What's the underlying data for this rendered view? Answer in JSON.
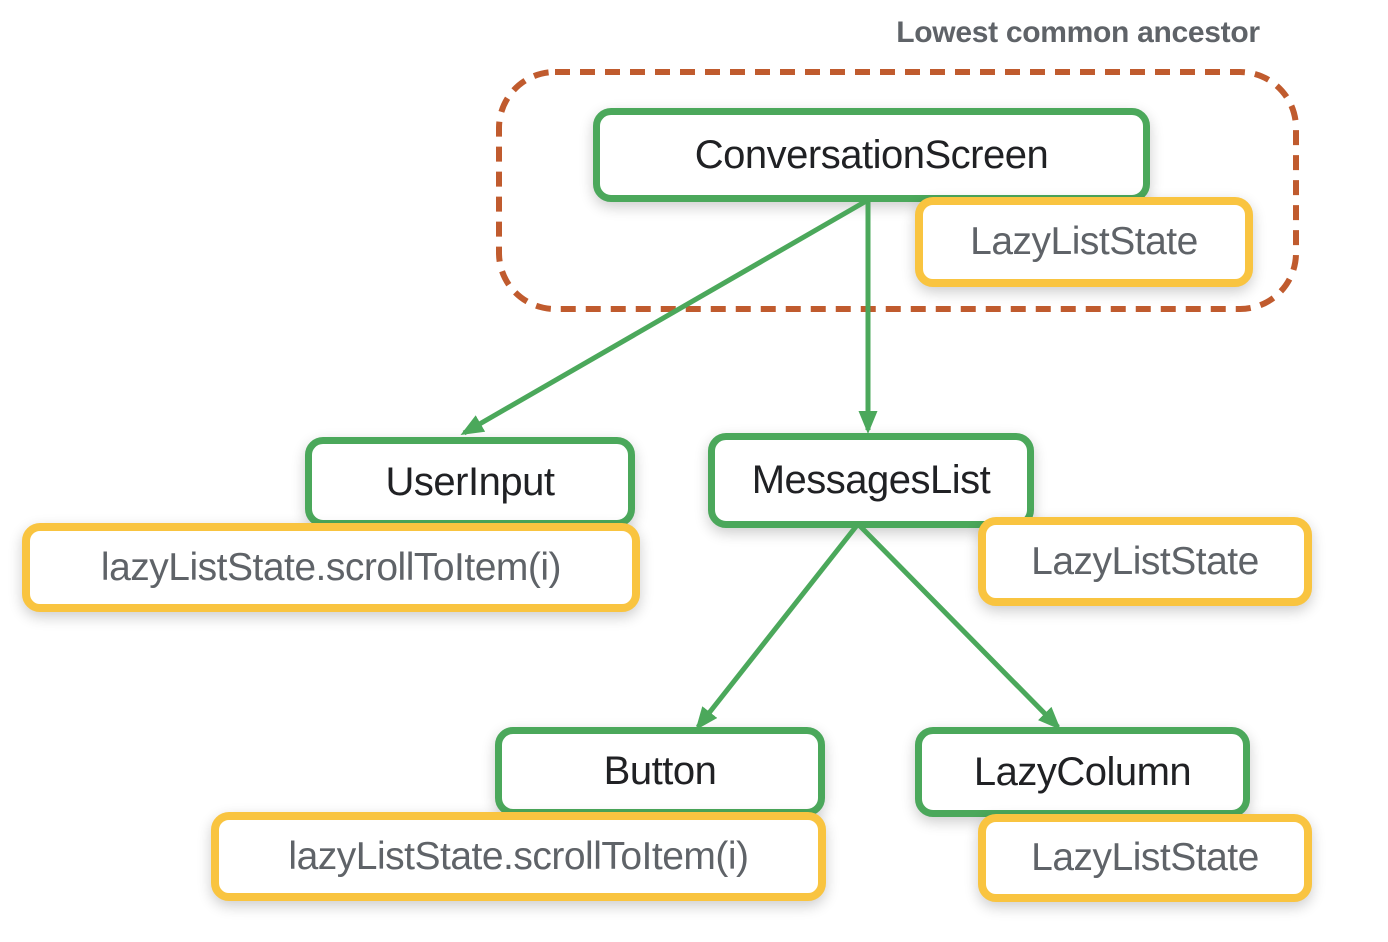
{
  "diagram": {
    "annotation": "Lowest common ancestor",
    "nodes": {
      "conversation_screen": "ConversationScreen",
      "user_input": "UserInput",
      "messages_list": "MessagesList",
      "button": "Button",
      "lazy_column": "LazyColumn"
    },
    "states": {
      "hoisted_state": "LazyListState",
      "messages_list_state": "LazyListState",
      "lazy_column_state": "LazyListState",
      "user_input_action": "lazyListState.scrollToItem(i)",
      "button_action": "lazyListState.scrollToItem(i)"
    },
    "edges": [
      {
        "from": "ConversationScreen",
        "to": "UserInput"
      },
      {
        "from": "ConversationScreen",
        "to": "MessagesList"
      },
      {
        "from": "MessagesList",
        "to": "Button"
      },
      {
        "from": "MessagesList",
        "to": "LazyColumn"
      }
    ],
    "colors": {
      "composable_border": "#4BA85B",
      "state_border": "#F9C440",
      "ancestor_outline": "#C05B2E",
      "state_text": "#5F6368",
      "composable_text": "#202124"
    }
  }
}
